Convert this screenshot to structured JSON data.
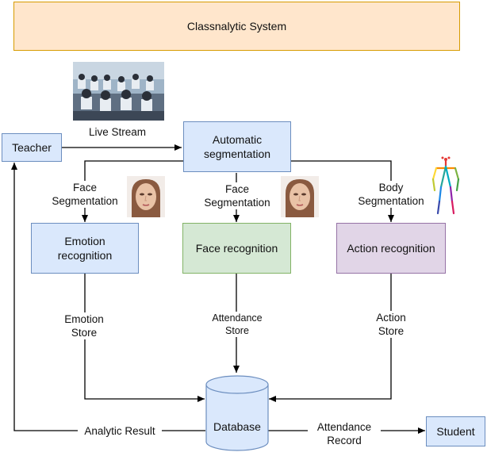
{
  "title": "Classnalytic System",
  "nodes": {
    "teacher": "Teacher",
    "auto_seg": "Automatic segmentation",
    "emotion": "Emotion recognition",
    "face_rec": "Face recognition",
    "action": "Action recognition",
    "database": "Database",
    "student": "Student"
  },
  "edge_labels": {
    "live_stream": "Live Stream",
    "face_seg_1": "Face Segmentation",
    "face_seg_2": "Face Segmentation",
    "body_seg": "Body Segmentation",
    "emotion_store": "Emotion Store",
    "attendance_store": "Attendance Store",
    "action_store": "Action Store",
    "analytic_result": "Analytic Result",
    "attendance_record": "Attendance Record"
  },
  "colors": {
    "banner_fill": "#ffe6cc",
    "banner_stroke": "#d79b00",
    "blue_fill": "#dae8fc",
    "blue_stroke": "#6c8ebf",
    "green_fill": "#d5e8d4",
    "green_stroke": "#82b366",
    "purple_fill": "#e1d5e7",
    "purple_stroke": "#9673a6",
    "edge": "#000000"
  },
  "images": [
    "classroom-photo",
    "face-photo",
    "face-photo",
    "skeleton-pose-figure"
  ]
}
